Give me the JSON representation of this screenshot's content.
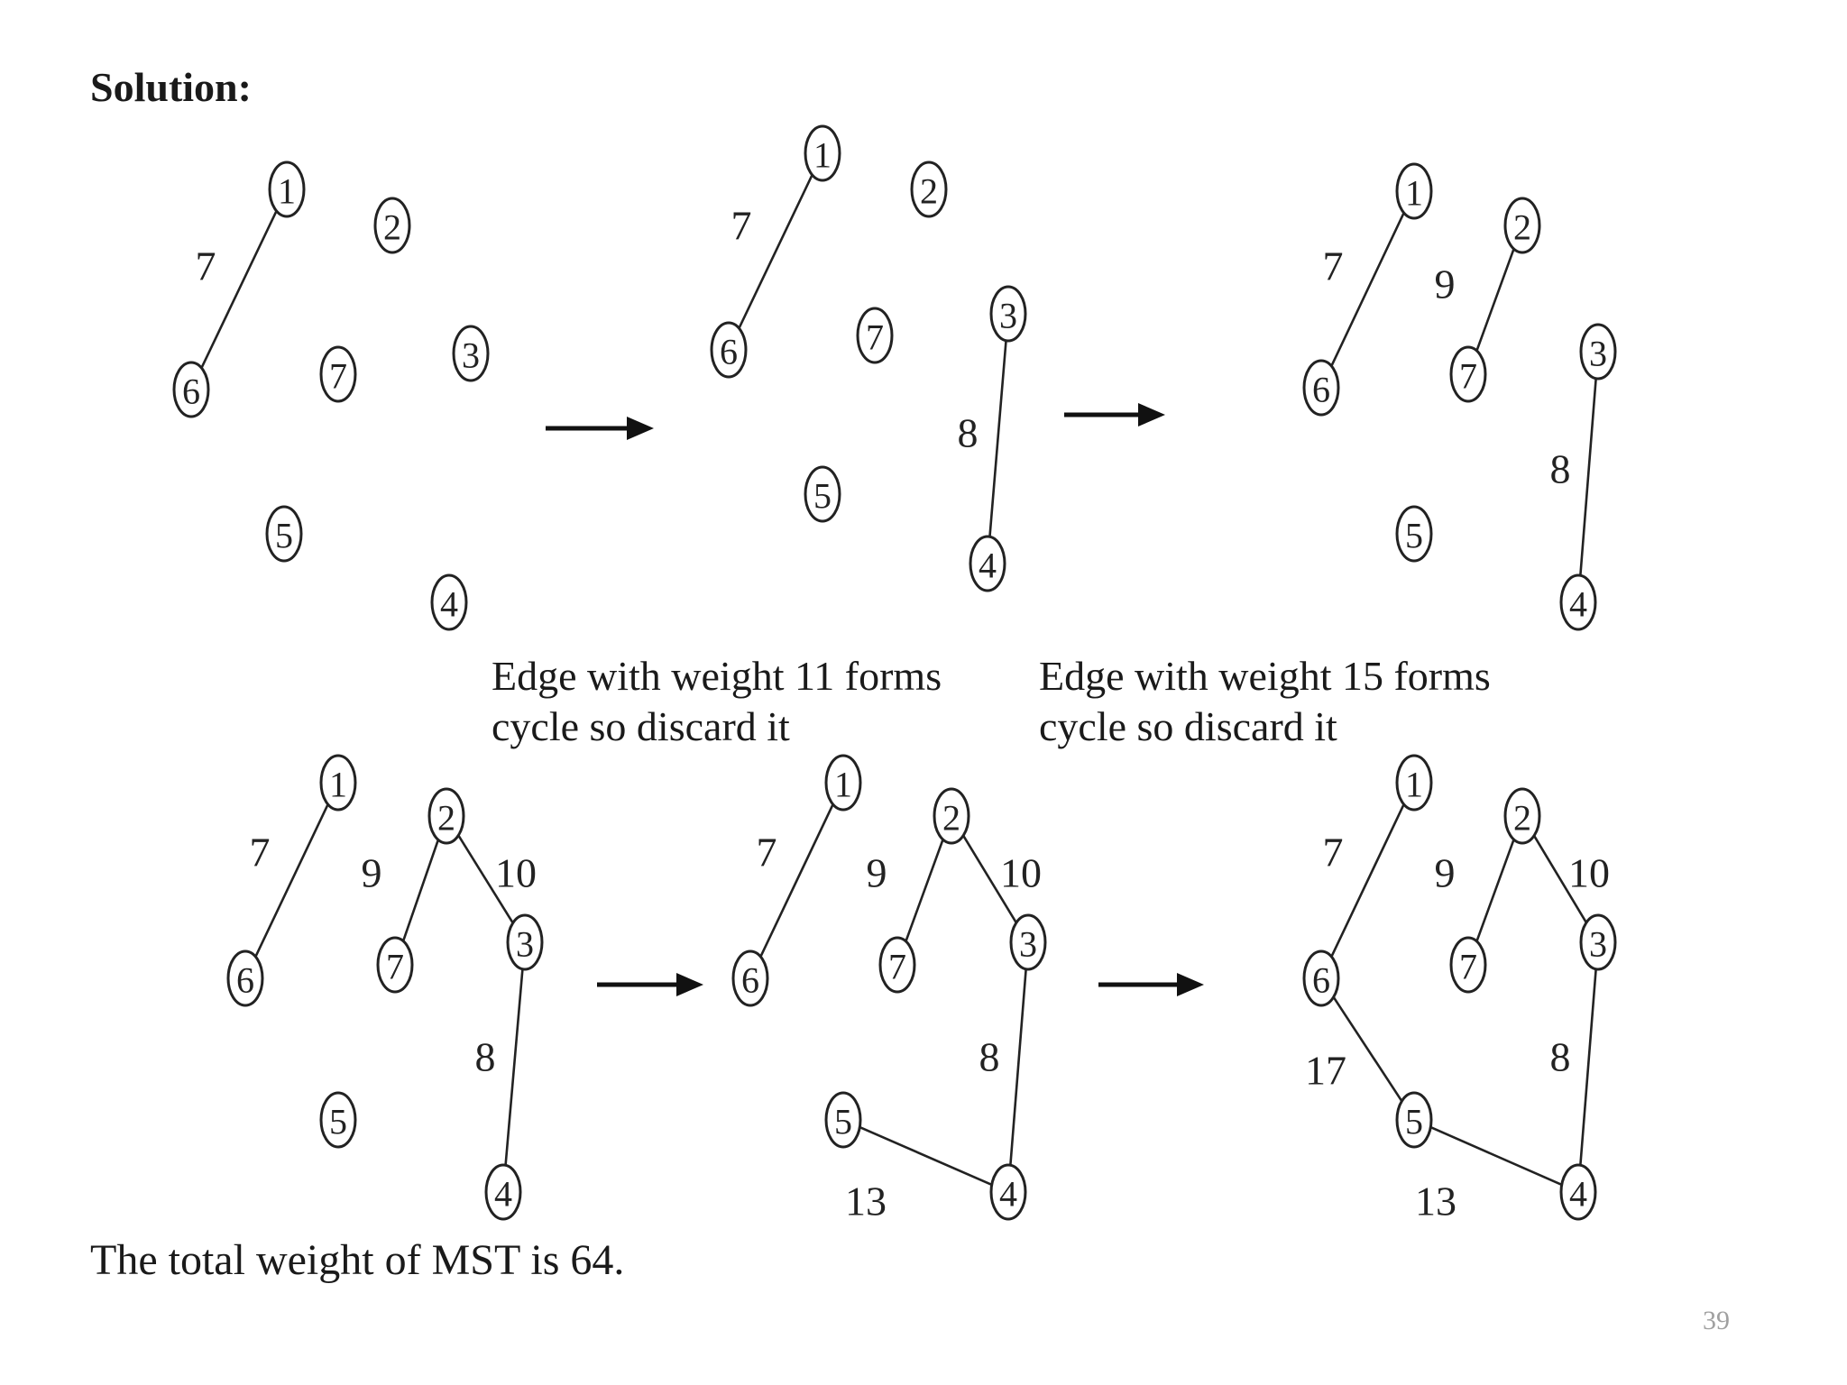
{
  "title": "Solution:",
  "captions": [
    "Edge with weight 11 forms\ncycle so discard it",
    "Edge with weight 15 forms\ncycle so discard it"
  ],
  "total": "The total weight of MST is 64.",
  "page_number": "39",
  "graphs": [
    {
      "name": "step-1",
      "nodes": [
        "1",
        "2",
        "3",
        "4",
        "5",
        "6",
        "7"
      ],
      "edges": [
        {
          "from": "1",
          "to": "6",
          "weight": "7"
        }
      ]
    },
    {
      "name": "step-2",
      "nodes": [
        "1",
        "2",
        "3",
        "4",
        "5",
        "6",
        "7"
      ],
      "edges": [
        {
          "from": "1",
          "to": "6",
          "weight": "7"
        },
        {
          "from": "3",
          "to": "4",
          "weight": "8"
        }
      ]
    },
    {
      "name": "step-3",
      "nodes": [
        "1",
        "2",
        "3",
        "4",
        "5",
        "6",
        "7"
      ],
      "edges": [
        {
          "from": "1",
          "to": "6",
          "weight": "7"
        },
        {
          "from": "2",
          "to": "7",
          "weight": "9"
        },
        {
          "from": "3",
          "to": "4",
          "weight": "8"
        }
      ]
    },
    {
      "name": "step-4",
      "nodes": [
        "1",
        "2",
        "3",
        "4",
        "5",
        "6",
        "7"
      ],
      "edges": [
        {
          "from": "1",
          "to": "6",
          "weight": "7"
        },
        {
          "from": "2",
          "to": "7",
          "weight": "9"
        },
        {
          "from": "2",
          "to": "3",
          "weight": "10"
        },
        {
          "from": "3",
          "to": "4",
          "weight": "8"
        }
      ]
    },
    {
      "name": "step-5",
      "nodes": [
        "1",
        "2",
        "3",
        "4",
        "5",
        "6",
        "7"
      ],
      "edges": [
        {
          "from": "1",
          "to": "6",
          "weight": "7"
        },
        {
          "from": "2",
          "to": "7",
          "weight": "9"
        },
        {
          "from": "2",
          "to": "3",
          "weight": "10"
        },
        {
          "from": "3",
          "to": "4",
          "weight": "8"
        },
        {
          "from": "5",
          "to": "4",
          "weight": "13"
        }
      ]
    },
    {
      "name": "step-6",
      "nodes": [
        "1",
        "2",
        "3",
        "4",
        "5",
        "6",
        "7"
      ],
      "edges": [
        {
          "from": "1",
          "to": "6",
          "weight": "7"
        },
        {
          "from": "2",
          "to": "7",
          "weight": "9"
        },
        {
          "from": "2",
          "to": "3",
          "weight": "10"
        },
        {
          "from": "3",
          "to": "4",
          "weight": "8"
        },
        {
          "from": "5",
          "to": "4",
          "weight": "13"
        },
        {
          "from": "6",
          "to": "5",
          "weight": "17"
        }
      ]
    }
  ]
}
